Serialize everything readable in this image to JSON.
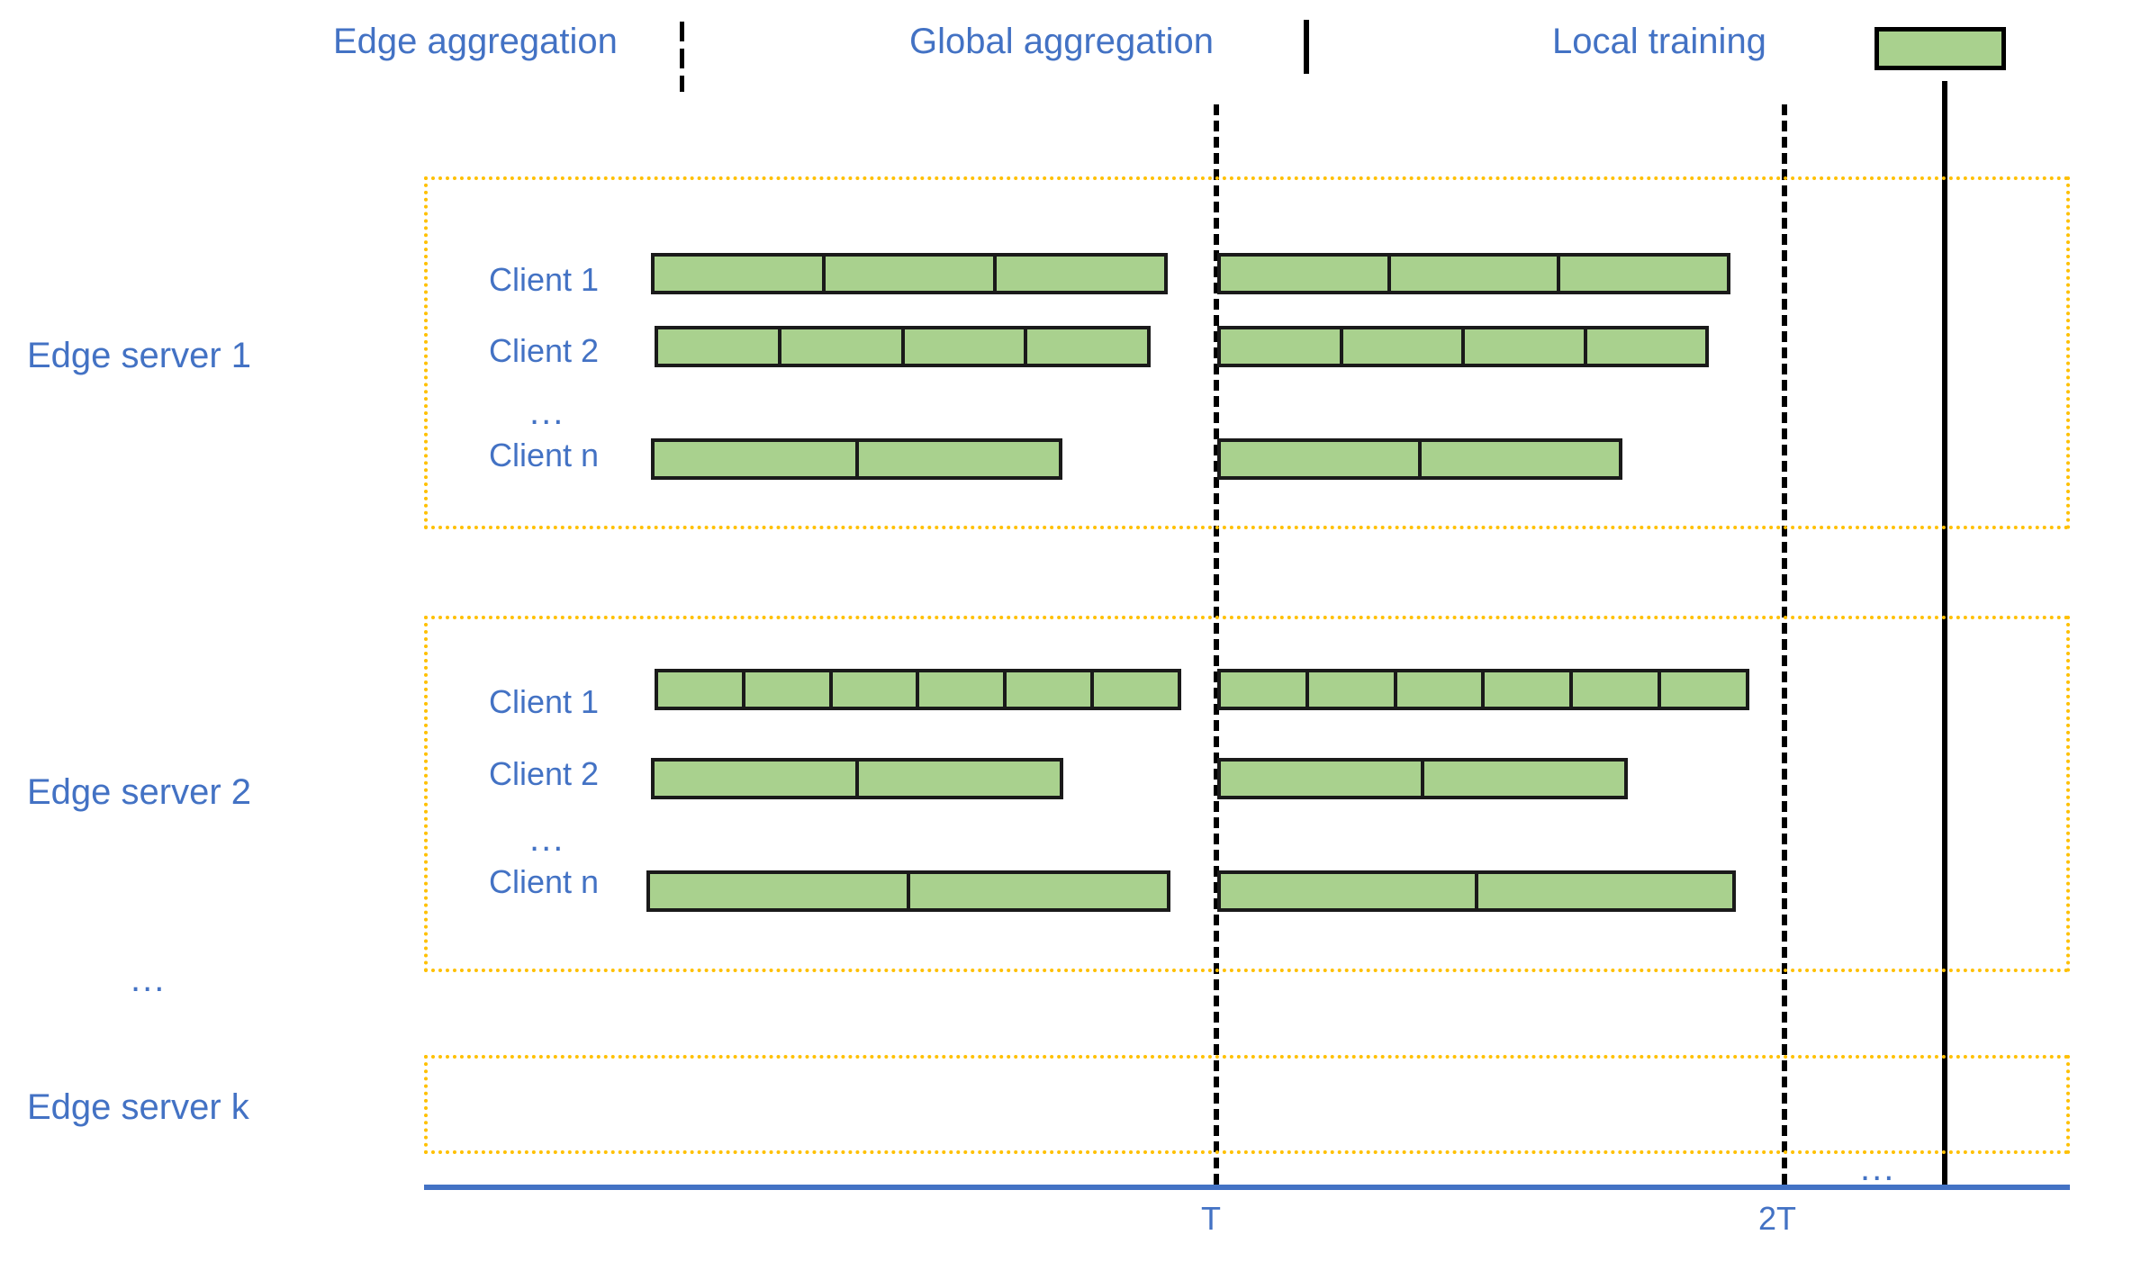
{
  "legend": {
    "edge_aggregation_label": "Edge aggregation",
    "global_aggregation_label": "Global aggregation",
    "local_training_label": "Local training",
    "swatch_color": "#A9D18E"
  },
  "colors": {
    "text_blue": "#4372C4",
    "bar_fill": "#A9D18E",
    "bar_stroke": "#000000",
    "box_dotted": "#FFC000",
    "axis": "#4372C4"
  },
  "axis": {
    "ticks": [
      {
        "label": "T"
      },
      {
        "label": "2T"
      }
    ],
    "trailing_ellipsis": "..."
  },
  "edge_servers": [
    {
      "label": "Edge server 1",
      "mid_ellipsis": "...",
      "clients": [
        {
          "label": "Client 1",
          "round1_segments": 3,
          "round2_segments": 3
        },
        {
          "label": "Client 2",
          "round1_segments": 4,
          "round2_segments": 4
        },
        {
          "label": "Client n",
          "round1_segments": 2,
          "round2_segments": 2
        }
      ]
    },
    {
      "label": "Edge server 2",
      "mid_ellipsis": "...",
      "clients": [
        {
          "label": "Client 1",
          "round1_segments": 6,
          "round2_segments": 6
        },
        {
          "label": "Client 2",
          "round1_segments": 2,
          "round2_segments": 2
        },
        {
          "label": "Client n",
          "round1_segments": 2,
          "round2_segments": 2
        }
      ]
    },
    {
      "label": "Edge server k",
      "mid_ellipsis": "",
      "clients": []
    }
  ],
  "server_list_ellipsis": "..."
}
